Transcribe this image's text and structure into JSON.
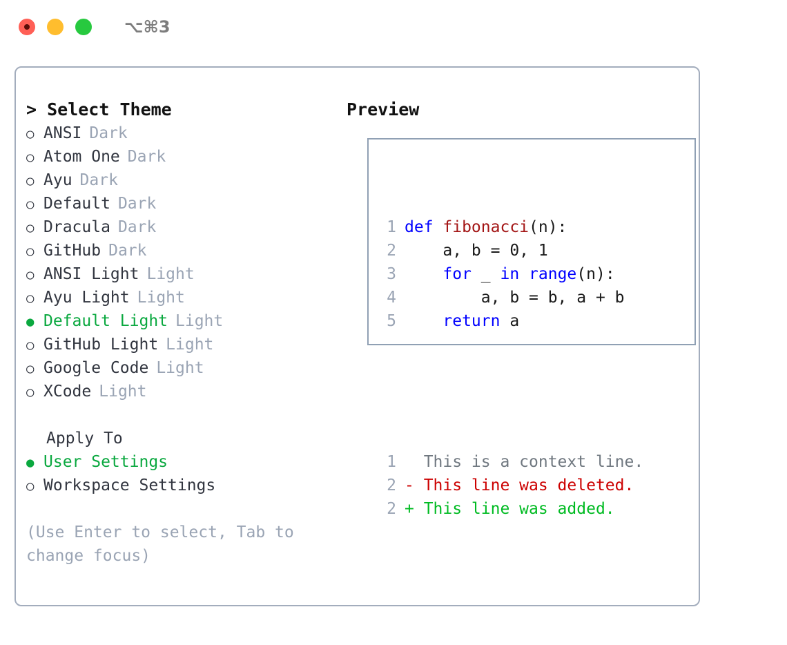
{
  "titlebar": {
    "shortcut": "⌥⌘3",
    "lights": [
      "close-red",
      "minimize-yellow",
      "maximize-green"
    ]
  },
  "theme_panel": {
    "header": "> Select Theme",
    "items": [
      {
        "bullet": "○",
        "name": "ANSI",
        "kind": "Dark",
        "selected": false
      },
      {
        "bullet": "○",
        "name": "Atom One",
        "kind": "Dark",
        "selected": false
      },
      {
        "bullet": "○",
        "name": "Ayu",
        "kind": "Dark",
        "selected": false
      },
      {
        "bullet": "○",
        "name": "Default",
        "kind": "Dark",
        "selected": false
      },
      {
        "bullet": "○",
        "name": "Dracula",
        "kind": "Dark",
        "selected": false
      },
      {
        "bullet": "○",
        "name": "GitHub",
        "kind": "Dark",
        "selected": false
      },
      {
        "bullet": "○",
        "name": "ANSI Light",
        "kind": "Light",
        "selected": false
      },
      {
        "bullet": "○",
        "name": "Ayu Light",
        "kind": "Light",
        "selected": false
      },
      {
        "bullet": "●",
        "name": "Default Light",
        "kind": "Light",
        "selected": true
      },
      {
        "bullet": "○",
        "name": "GitHub Light",
        "kind": "Light",
        "selected": false
      },
      {
        "bullet": "○",
        "name": "Google Code",
        "kind": "Light",
        "selected": false
      },
      {
        "bullet": "○",
        "name": "XCode",
        "kind": "Light",
        "selected": false
      }
    ]
  },
  "apply_to": {
    "title": "Apply To",
    "options": [
      {
        "bullet": "●",
        "label": "User Settings",
        "selected": true
      },
      {
        "bullet": "○",
        "label": "Workspace Settings",
        "selected": false
      }
    ]
  },
  "hint": "(Use Enter to select, Tab to change focus)",
  "preview": {
    "title": "Preview",
    "code_lines": [
      {
        "no": "1",
        "tokens": [
          {
            "t": "def ",
            "c": "kw"
          },
          {
            "t": "fibonacci",
            "c": "fn"
          },
          {
            "t": "(n):",
            "c": "pl"
          }
        ]
      },
      {
        "no": "2",
        "tokens": [
          {
            "t": "    a, b = 0, 1",
            "c": "pl"
          }
        ]
      },
      {
        "no": "3",
        "tokens": [
          {
            "t": "    ",
            "c": "pl"
          },
          {
            "t": "for",
            "c": "kw"
          },
          {
            "t": " _ ",
            "c": "pl"
          },
          {
            "t": "in",
            "c": "kw"
          },
          {
            "t": " ",
            "c": "pl"
          },
          {
            "t": "range",
            "c": "kw"
          },
          {
            "t": "(n):",
            "c": "pl"
          }
        ]
      },
      {
        "no": "4",
        "tokens": [
          {
            "t": "        a, b = b, a + b",
            "c": "pl"
          }
        ]
      },
      {
        "no": "5",
        "tokens": [
          {
            "t": "    ",
            "c": "pl"
          },
          {
            "t": "return",
            "c": "kw"
          },
          {
            "t": " a",
            "c": "pl"
          }
        ]
      }
    ],
    "diff_lines": [
      {
        "no": "1",
        "marker": " ",
        "text": "  This is a context line.",
        "kind": "ctx"
      },
      {
        "no": "2",
        "marker": "-",
        "text": "- This line was deleted.",
        "kind": "del"
      },
      {
        "no": "2",
        "marker": "+",
        "text": "+ This line was added.",
        "kind": "add"
      }
    ]
  },
  "colors": {
    "accent_green": "#0aa83f",
    "border": "#a3adbd",
    "preview_border": "#90a0b4",
    "muted": "#9aa4b4",
    "keyword_blue": "#0000ff",
    "function_red": "#a31515",
    "diff_delete": "#cc0000",
    "diff_add": "#00bb22",
    "light_red": "#ff5f56",
    "light_yellow": "#ffbd2e",
    "light_green": "#27c93f"
  }
}
